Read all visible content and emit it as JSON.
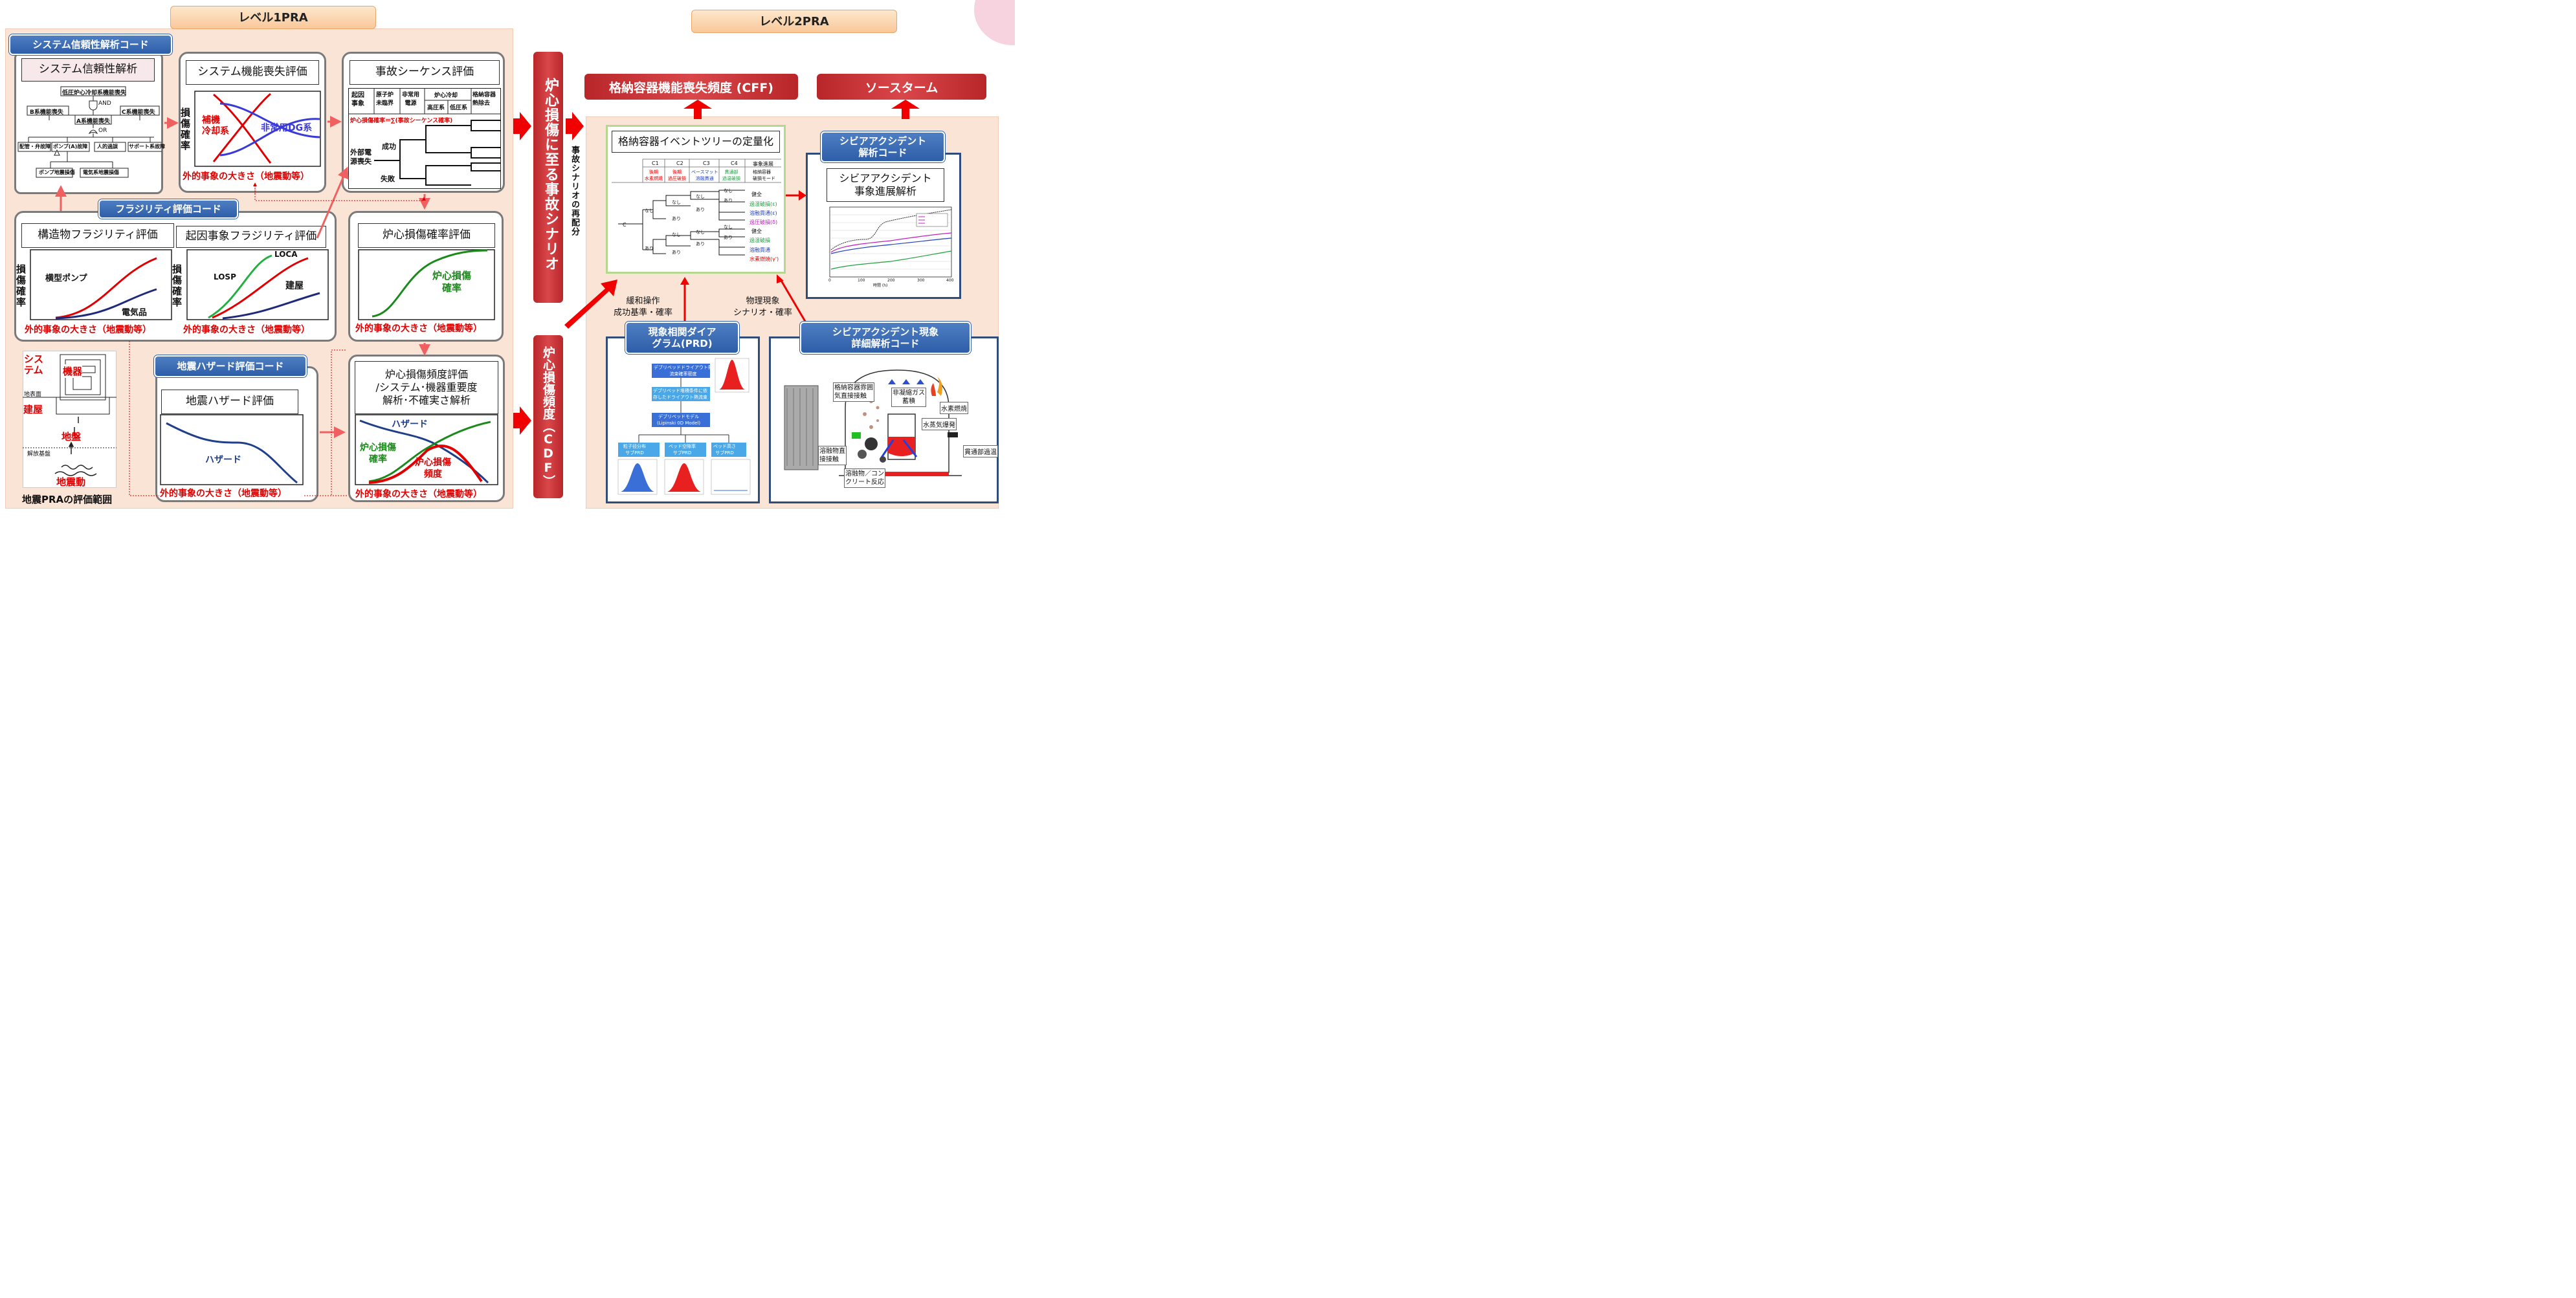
{
  "level1": {
    "title": "レベル1PRA"
  },
  "level2": {
    "title": "レベル2PRA"
  },
  "system_code": {
    "label": "システム信頼性解析コード",
    "title": "システム信頼性解析",
    "fault_tree": {
      "top": "低圧炉心冷却系機能喪失",
      "and": "AND",
      "b_sys": "B系機能喪失",
      "c_sys": "C系機能喪失",
      "a_sys": "A系機能喪失",
      "or": "OR",
      "leaves": [
        "配管・弁故障",
        "ポンプ(A)故障",
        "人的過誤",
        "サポート系故障"
      ],
      "pump_seismic": "ポンプ地震損傷",
      "elec_seismic": "電気系地震損傷"
    }
  },
  "sys_func_loss": {
    "title": "システム機能喪失評価",
    "ylabel": "損傷確率",
    "aux_cooling": "補機\n冷却系",
    "dg": "非常用DG系",
    "xlabel": "外的事象の大きさ（地震動等）"
  },
  "accident_seq": {
    "title": "事故シーケンス評価",
    "headers": [
      "起因\n事象",
      "原子炉\n未臨界",
      "非常用\n電源",
      "炉心冷却",
      "格納容器\n熱除去"
    ],
    "sub_headers": [
      "高圧系",
      "低圧系"
    ],
    "formula": "炉心損傷確率＝∑(事故シーケンス確率)",
    "initiator": "外部電\n源喪失",
    "success": "成功",
    "failure": "失敗"
  },
  "fragility_code": {
    "label": "フラジリティ評価コード"
  },
  "struct_fragility": {
    "title": "構造物フラジリティ評価",
    "ylabel": "損傷確率",
    "pump": "横型ポンプ",
    "electrical": "電気品",
    "xlabel": "外的事象の大きさ（地震動等）"
  },
  "initiator_fragility": {
    "title": "起因事象フラジリティ評価",
    "ylabel": "損傷確率",
    "losp": "LOSP",
    "loca": "LOCA",
    "building": "建屋",
    "xlabel": "外的事象の大きさ（地震動等）"
  },
  "cd_prob": {
    "title": "炉心損傷確率評価",
    "curve_label": "炉心損傷\n確率",
    "xlabel": "外的事象の大きさ（地震動等）"
  },
  "seismic_scope": {
    "system": "シス\nテム",
    "equipment": "機器",
    "ground_surface": "地表面",
    "building": "建屋",
    "ground": "地盤",
    "bedrock": "解放基盤",
    "motion": "地震動",
    "caption": "地震PRAの評価範囲"
  },
  "hazard_code": {
    "label": "地震ハザード評価コード"
  },
  "hazard": {
    "title": "地震ハザード評価",
    "curve_label": "ハザード",
    "xlabel": "外的事象の大きさ（地震動等）"
  },
  "cdf_eval": {
    "title": "炉心損傷頻度評価\n/システム･機器重要度\n解析･不確実さ解析",
    "hazard": "ハザード",
    "cd_prob": "炉心損傷\n確率",
    "cd_freq": "炉心損傷\n頻度",
    "xlabel": "外的事象の大きさ（地震動等）"
  },
  "red_vertical_1": "炉心損傷に至る事故シナリオ",
  "redistribution": "事故シナリオの再配分",
  "red_vertical_2": "炉心損傷頻度（CDF）",
  "cff": {
    "label": "格納容器機能喪失頻度 (CFF)"
  },
  "source_term": {
    "label": "ソースターム"
  },
  "cet": {
    "title": "格納容器イベントツリーの定量化",
    "headers": [
      "C1",
      "C2",
      "C3",
      "C4",
      "事象進展"
    ],
    "sub_headers": [
      "後期\n水素燃焼",
      "後期\n過圧破損",
      "ベースマット\n溶融貫通",
      "貫通部\n過温破損",
      "格納容器\n破損モード"
    ],
    "root": "C",
    "nashi": "なし",
    "ari": "あり",
    "outcomes": [
      "健全",
      "過温破損(ε)",
      "溶融貫通(ε)",
      "過圧破損(δ)",
      "健全",
      "過温破損",
      "溶融貫通",
      "水素燃焼(γ')"
    ]
  },
  "sa_code": {
    "label": "シビアアクシデント\n解析コード",
    "title": "シビアアクシデント\n事象進展解析",
    "xlabel": "時間 (h)",
    "ticks_x": [
      "0",
      "100",
      "200",
      "300",
      "400"
    ]
  },
  "mitigation": "緩和操作\n成功基準・確率",
  "physics": "物理現象\nシナリオ・確率",
  "prd": {
    "label": "現象相関ダイア\nグラム(PRD)",
    "box1": "デブリベッドドライアウト熱\n流束確率密度",
    "box2": "デブリベッド堆積条件に依\n存したドライアウト熱流束",
    "box3": "デブリベッドモデル\n(Lipinski 0D Model)",
    "sub1": "粒子径分布\nサブPRD",
    "sub2": "ベッド空隙率\nサブPRD",
    "sub3": "ベッド高さ\nサブPRD"
  },
  "sa_detail": {
    "label": "シビアアクシデント現象\n詳細解析コード",
    "direct_heating": "格納容器雰囲\n気直接接触",
    "noncond_gas": "非凝縮ガス\n蓄積",
    "h2_burn": "水素燃焼",
    "steam_explosion": "水蒸気爆発",
    "melt_contact": "溶融物直\n接接触",
    "penetration": "貫通部過温",
    "mcci": "溶融物／コン\nクリート反応"
  },
  "colors": {
    "red": "#e00000",
    "blue": "#3a3ad8",
    "navy": "#1f2a7a",
    "green": "#1a8a1a",
    "accent_blue": "#2d5ea8"
  }
}
